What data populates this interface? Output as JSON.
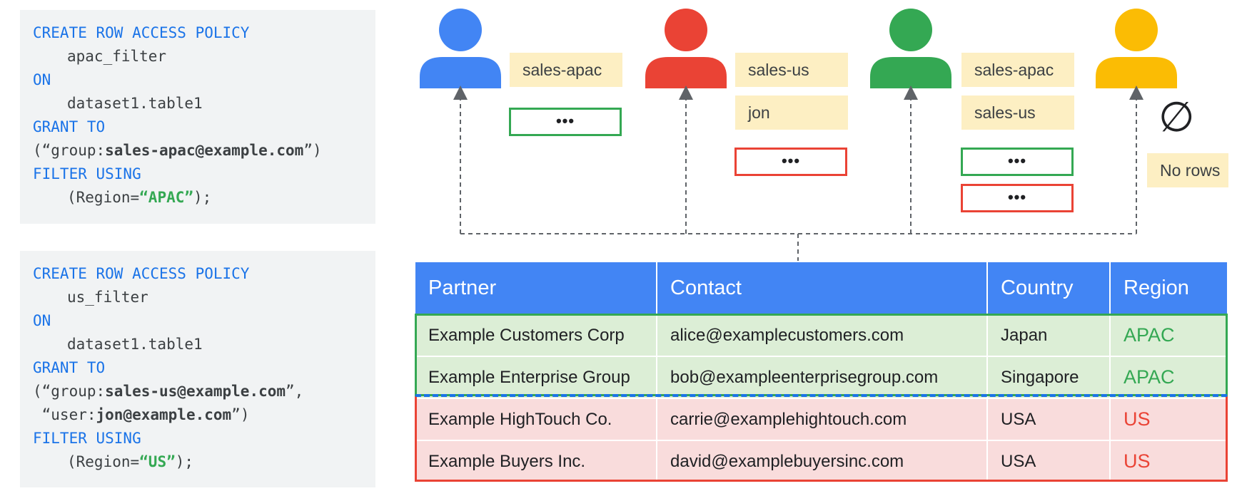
{
  "policies": [
    {
      "create": "CREATE ROW ACCESS POLICY",
      "name": "apac_filter",
      "on_kw": "ON",
      "table": "dataset1.table1",
      "grant_kw": "GRANT TO",
      "grant_lines": [
        {
          "open": "(“group:",
          "principal": "sales-apac@example.com",
          "close": "”)"
        }
      ],
      "filter_kw": "FILTER USING",
      "filter_open": "(Region=",
      "filter_value": "“APAC”",
      "filter_close": ");"
    },
    {
      "create": "CREATE ROW ACCESS POLICY",
      "name": "us_filter",
      "on_kw": "ON",
      "table": "dataset1.table1",
      "grant_kw": "GRANT TO",
      "grant_lines": [
        {
          "open": "(“group:",
          "principal": "sales-us@example.com",
          "close": "”,"
        },
        {
          "open": " “user:",
          "principal": "jon@example.com",
          "close": "”)"
        }
      ],
      "filter_kw": "FILTER USING",
      "filter_open": "(Region=",
      "filter_value": "“US”",
      "filter_close": ");"
    }
  ],
  "users": [
    {
      "color": "#4285f4",
      "tags": [
        "sales-apac"
      ],
      "result_boxes": [
        "•••"
      ],
      "result_colors": [
        "green"
      ]
    },
    {
      "color": "#ea4335",
      "tags": [
        "sales-us",
        "jon"
      ],
      "result_boxes": [
        "•••"
      ],
      "result_colors": [
        "red"
      ]
    },
    {
      "color": "#34a853",
      "tags": [
        "sales-apac",
        "sales-us"
      ],
      "result_boxes": [
        "•••",
        "•••"
      ],
      "result_colors": [
        "green",
        "red"
      ]
    },
    {
      "color": "#fbbc04",
      "tags": [],
      "empty_symbol": "∅",
      "empty_label": "No rows"
    }
  ],
  "table": {
    "headers": [
      "Partner",
      "Contact",
      "Country",
      "Region"
    ],
    "rows": [
      {
        "group": "apac",
        "cells": [
          "Example Customers Corp",
          "alice@examplecustomers.com",
          "Japan",
          "APAC"
        ]
      },
      {
        "group": "apac",
        "cells": [
          "Example Enterprise Group",
          "bob@exampleenterprisegroup.com",
          "Singapore",
          "APAC"
        ]
      },
      {
        "group": "us",
        "cells": [
          "Example HighTouch Co.",
          "carrie@examplehightouch.com",
          "USA",
          "US"
        ]
      },
      {
        "group": "us",
        "cells": [
          "Example Buyers Inc.",
          "david@examplebuyersinc.com",
          "USA",
          "US"
        ]
      }
    ]
  },
  "colors": {
    "apac": "#34a853",
    "us": "#ea4335",
    "header": "#4285f4",
    "tag_bg": "#fdefc3"
  }
}
